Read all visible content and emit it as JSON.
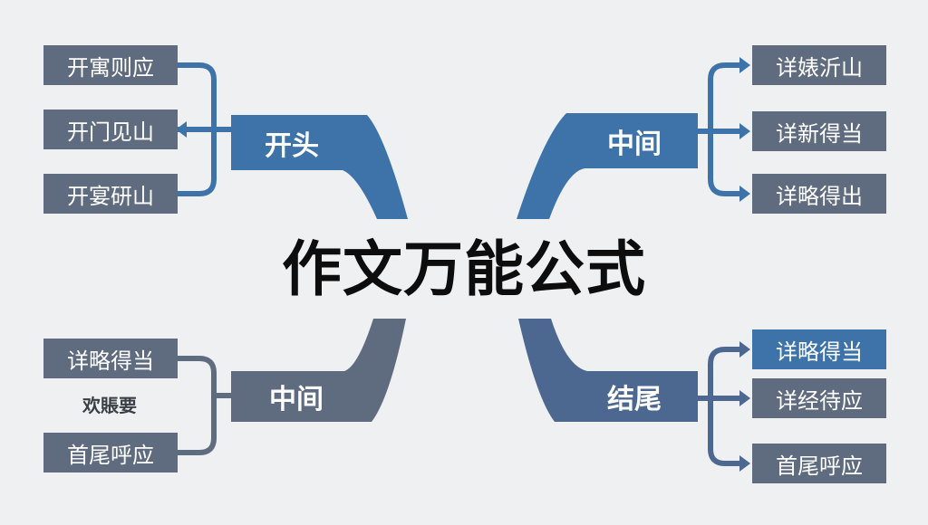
{
  "title": "作文万能公式",
  "colors": {
    "blue": "#3d73a8",
    "slate": "#5f6b7e",
    "background": "#eef0f2"
  },
  "branches": [
    {
      "label": "开头",
      "color": "#3d73a8",
      "items": [
        "开寓则应",
        "开门见山",
        "开宴研山"
      ]
    },
    {
      "label": "中间",
      "color": "#3d73a8",
      "items": [
        "详婊沂山",
        "详新得当",
        "详略得出"
      ]
    },
    {
      "label": "中间",
      "color": "#5f6b7e",
      "items": [
        "详略得当",
        "欢賬要",
        "首尾呼应"
      ]
    },
    {
      "label": "结尾",
      "color": "#4d6890",
      "items": [
        "详略得当",
        "详经待应",
        "首尾呼应"
      ]
    }
  ]
}
